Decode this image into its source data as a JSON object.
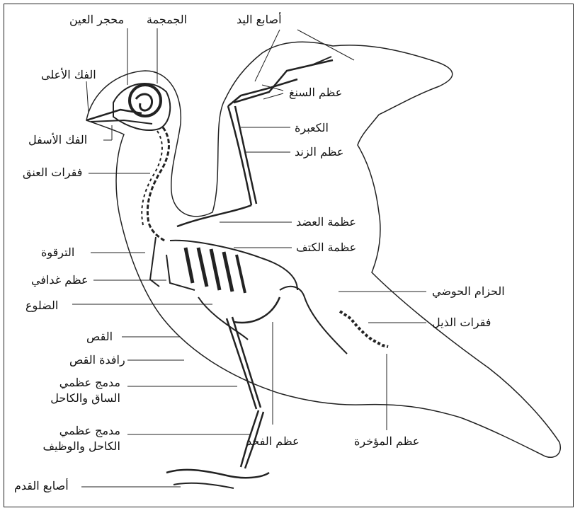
{
  "labels": {
    "skull": "الجمجمة",
    "eye_socket": "محجر العين",
    "upper_jaw": "الفك الأعلى",
    "lower_jaw": "الفك الأسفل",
    "neck_vertebrae": "فقرات العنق",
    "clavicle": "الترقوة",
    "coracoid": "عظم غدافي",
    "ribs": "الضلوع",
    "sternum": "القص",
    "keel": "رافدة القص",
    "tibiotarsus_line1": "مدمج عظمي",
    "tibiotarsus_line2": "الساق والكاحل",
    "tarsometatarsus_line1": "مدمج عظمي",
    "tarsometatarsus_line2": "الكاحل والوظيف",
    "toes": "أصابع القدم",
    "fingers": "أصابع اليد",
    "metacarpals": "عظم السنغ",
    "radius": "الكعبرة",
    "ulna": "عظم الزند",
    "humerus": "عظمة العضد",
    "scapula": "عظمة الكتف",
    "pelvic_girdle": "الحزام الحوضي",
    "tail_vertebrae": "فقرات الذيل",
    "pygostyle": "عظم المؤخرة",
    "femur": "عظم الفخذ"
  },
  "colors": {
    "outline": "#222222",
    "bone": "#2a2a2a",
    "text": "#111111"
  }
}
